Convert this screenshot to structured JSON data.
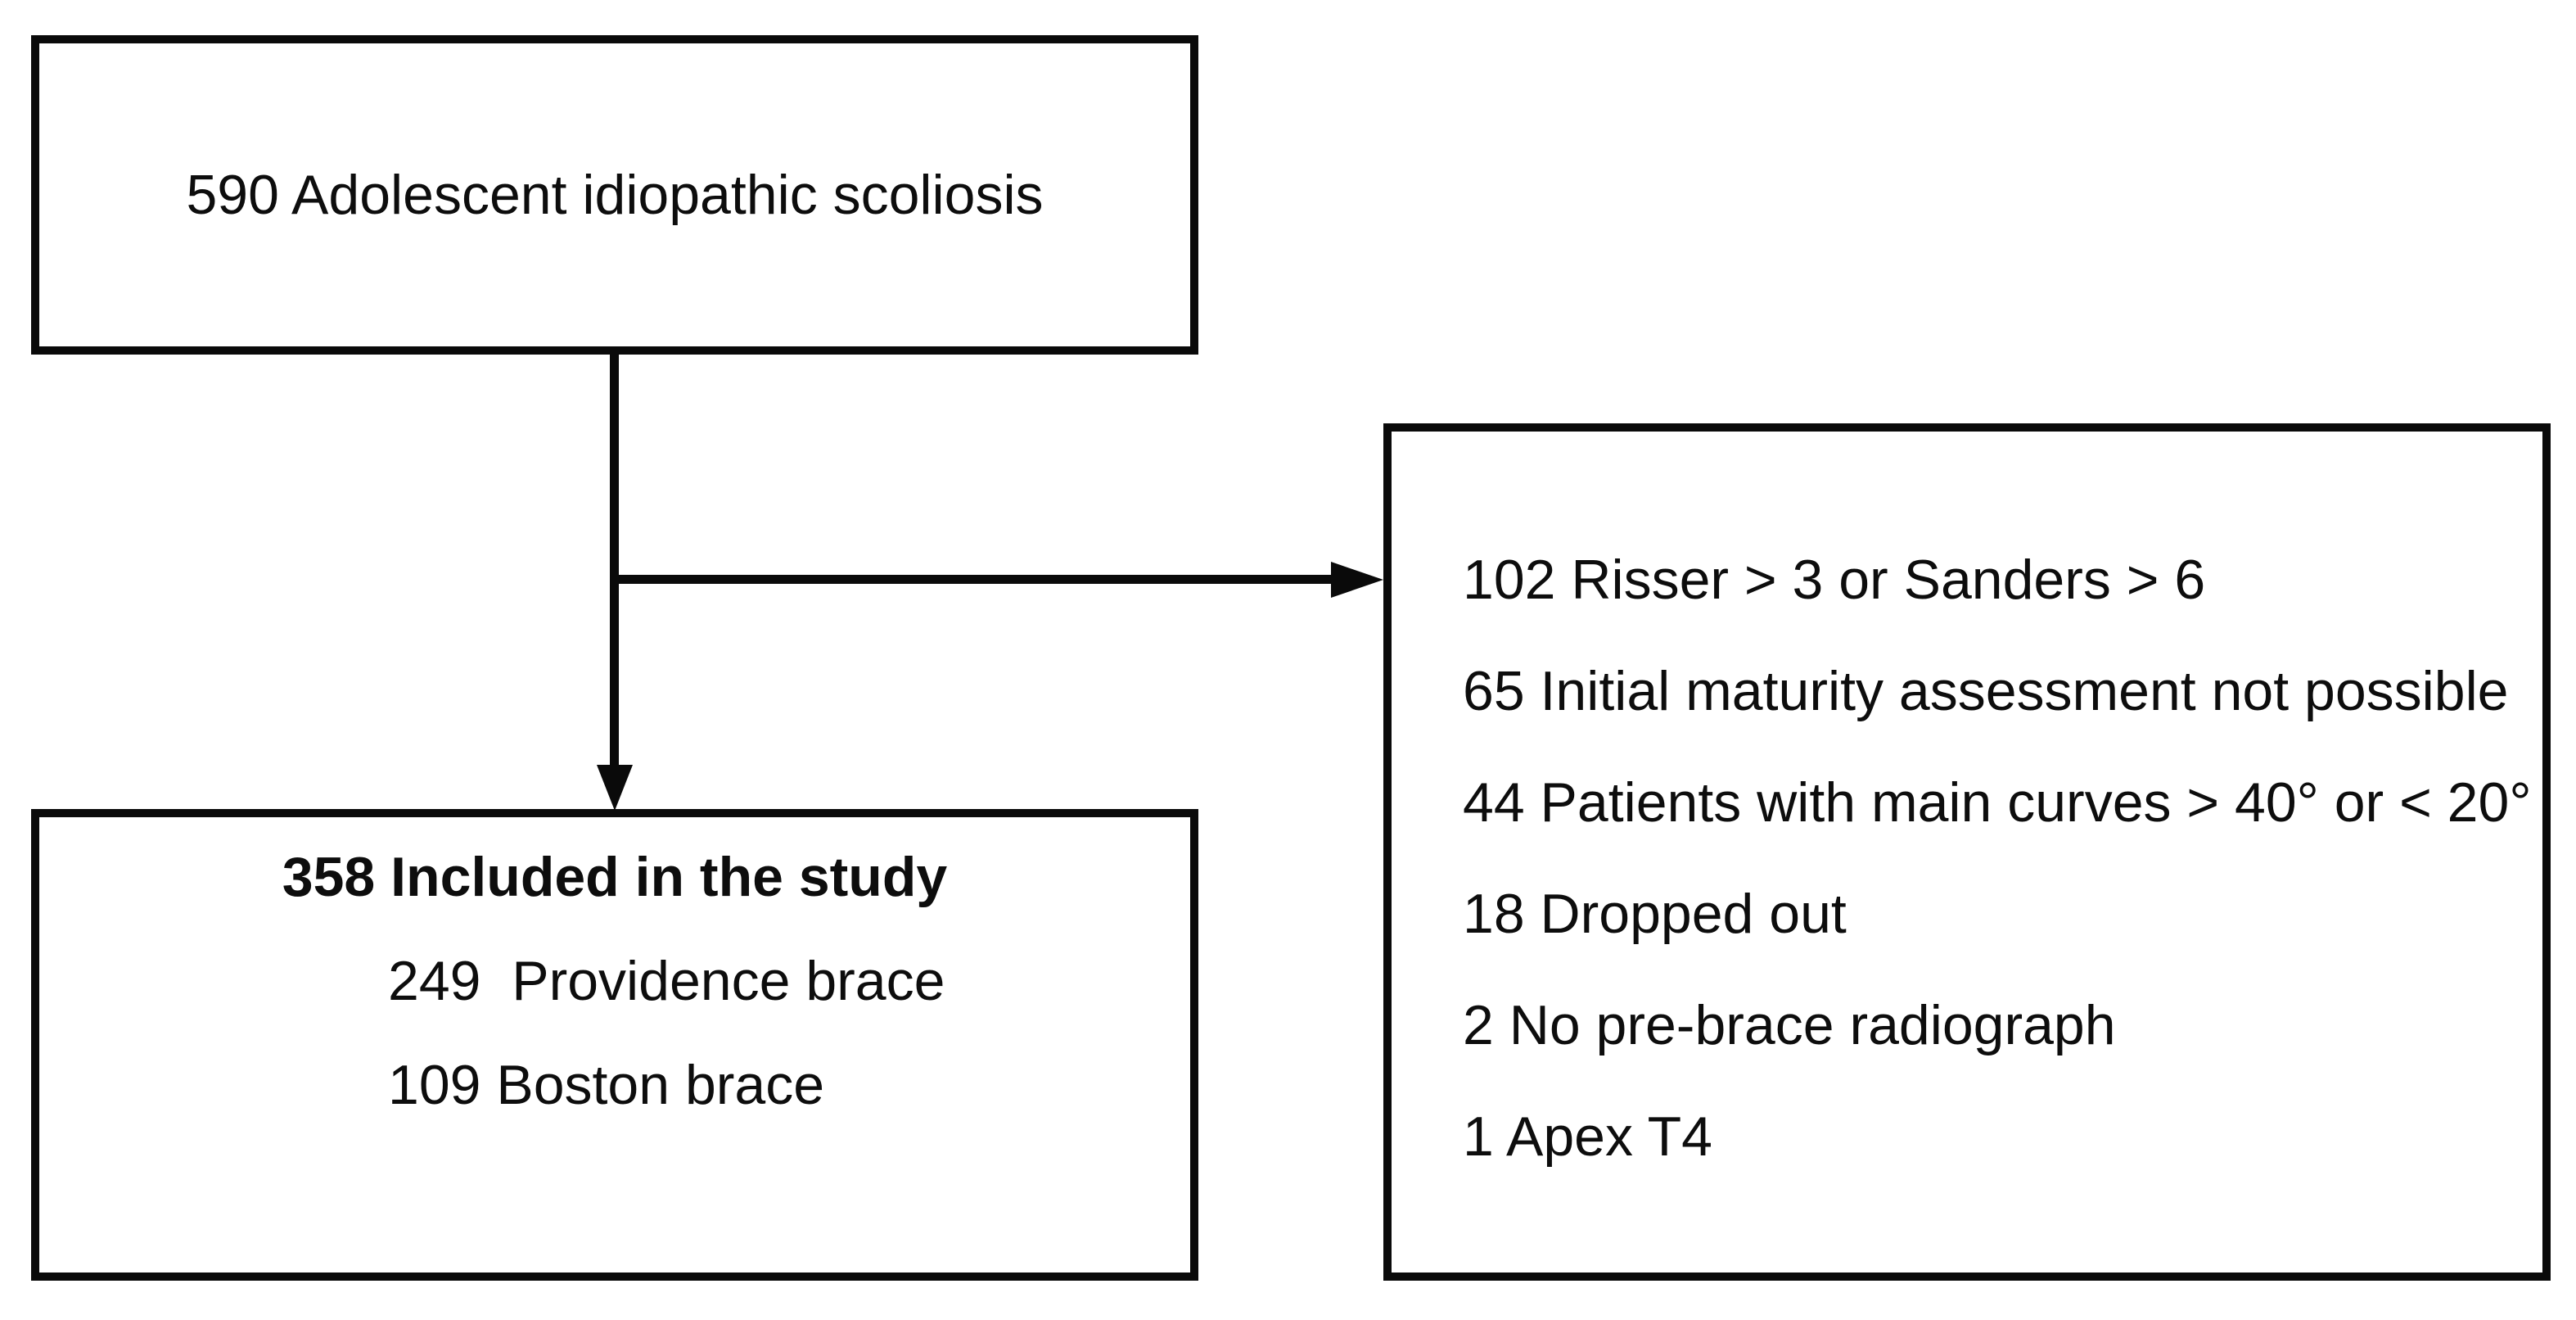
{
  "diagram": {
    "colors": {
      "line": "#0a0a0a",
      "text": "#0d0d0d",
      "background": "#ffffff"
    },
    "top_box": {
      "label": "590 Adolescent idiopathic scoliosis"
    },
    "included_box": {
      "title": "358 Included in the study",
      "items": [
        "249  Providence brace",
        "109 Boston brace"
      ]
    },
    "excluded_box": {
      "items": [
        "102 Risser > 3 or Sanders > 6",
        "65 Initial maturity assessment not possible",
        "44 Patients with main curves > 40° or < 20°",
        "18 Dropped out",
        "2 No pre-brace radiograph",
        "1 Apex T4"
      ]
    }
  }
}
